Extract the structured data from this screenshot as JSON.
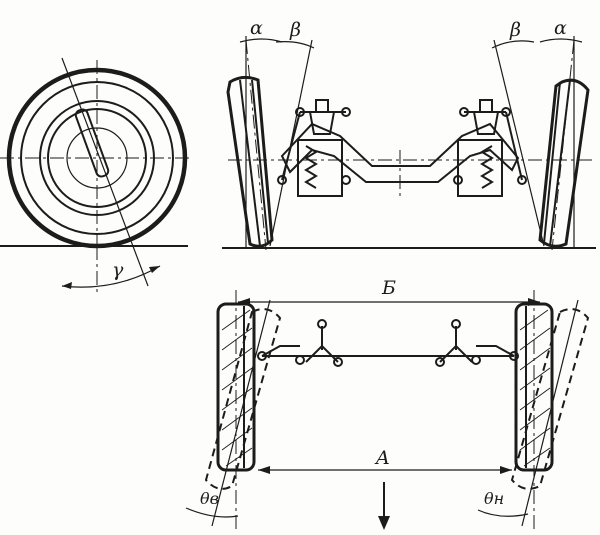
{
  "figure": {
    "labels": {
      "camber_left": "α",
      "kingpin_left": "β",
      "kingpin_right": "β",
      "camber_right": "α",
      "caster": "γ",
      "track_front": "Б",
      "track_rear": "A",
      "toe_inner": "θв",
      "toe_outer": "θн"
    },
    "colors": {
      "ink": "#1c1c1c",
      "paper": "#fdfdfb"
    }
  }
}
